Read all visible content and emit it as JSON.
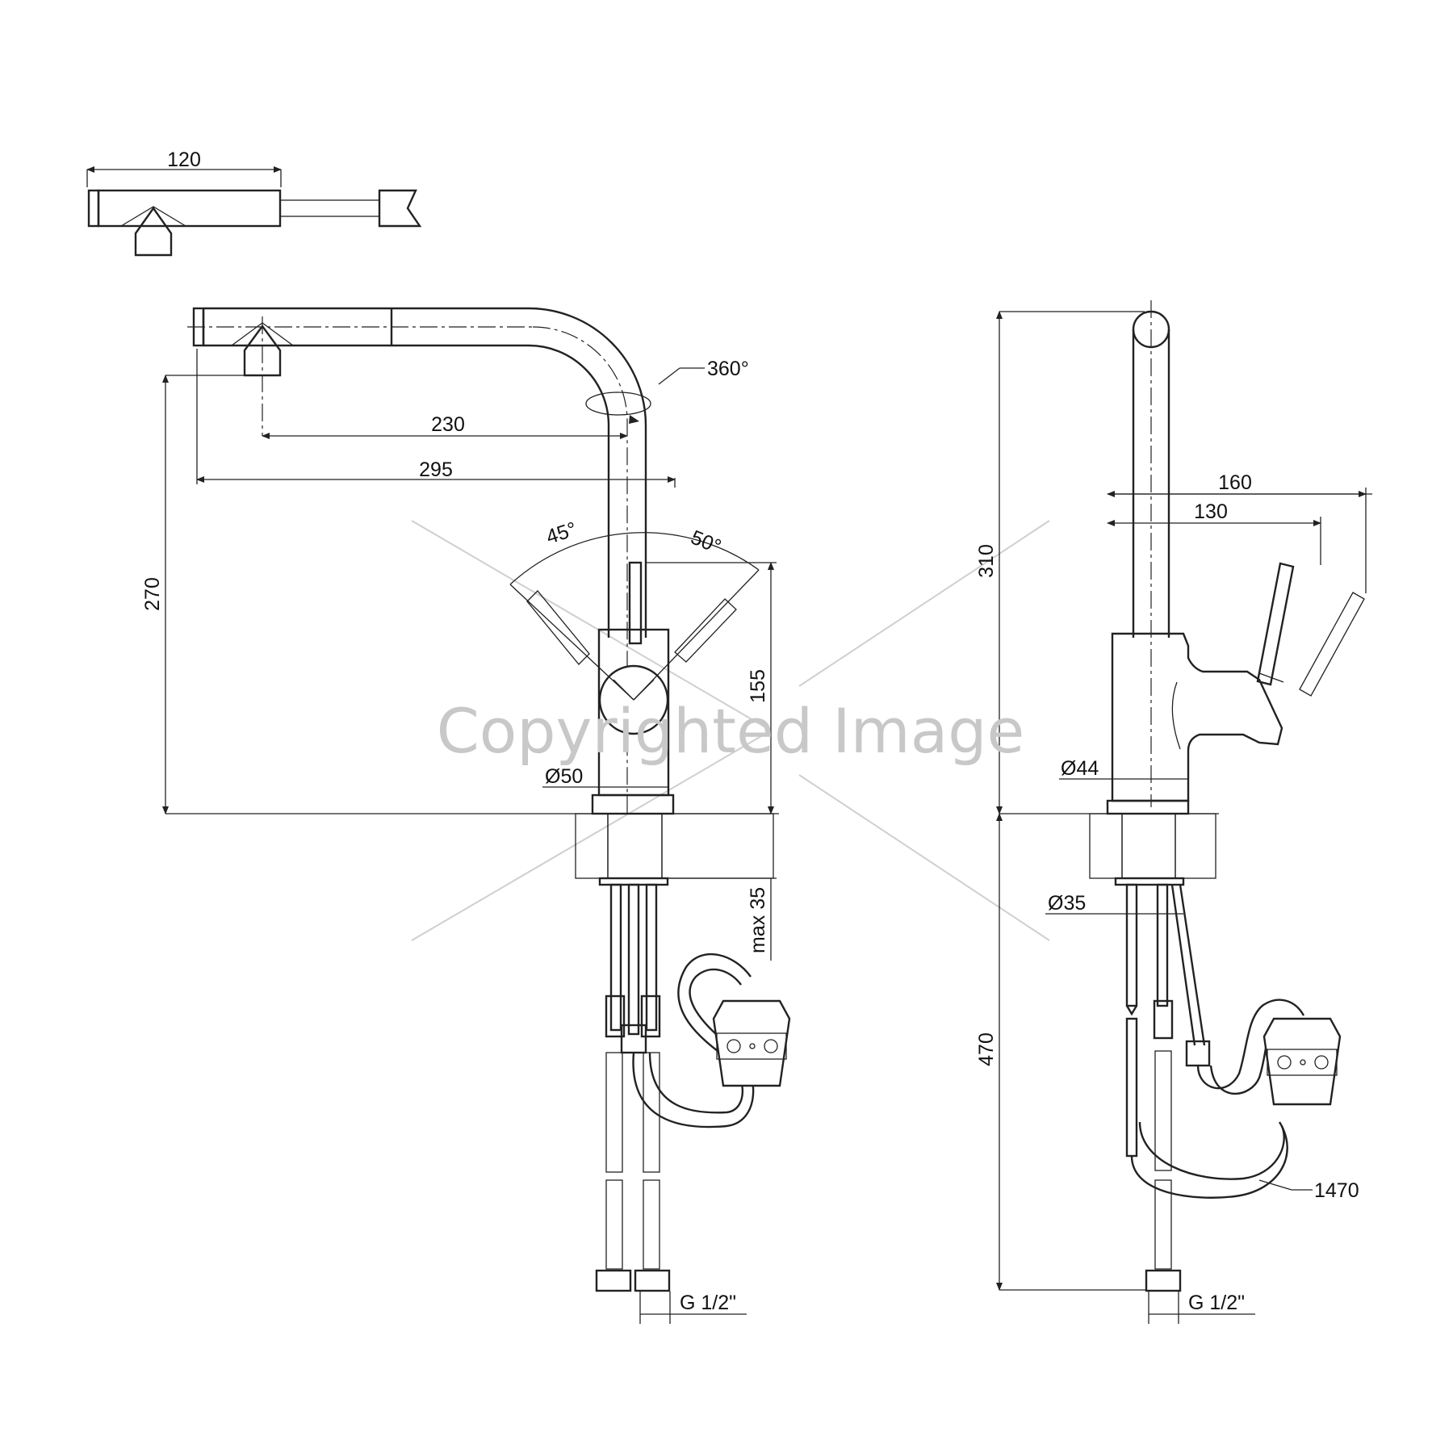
{
  "dimensions": {
    "d120": "120",
    "d360": "360°",
    "d230": "230",
    "d295": "295",
    "d270": "270",
    "d45": "45°",
    "d50deg": "50°",
    "d155": "155",
    "dia50": "Ø50",
    "max35": "max 35",
    "g12_left": "G 1/2\"",
    "d310": "310",
    "d160": "160",
    "d130": "130",
    "dia44": "Ø44",
    "dia35": "Ø35",
    "d470": "470",
    "d1470": "1470",
    "g12_right": "G 1/2\""
  },
  "watermark": {
    "text": "Copyrighted Image"
  }
}
